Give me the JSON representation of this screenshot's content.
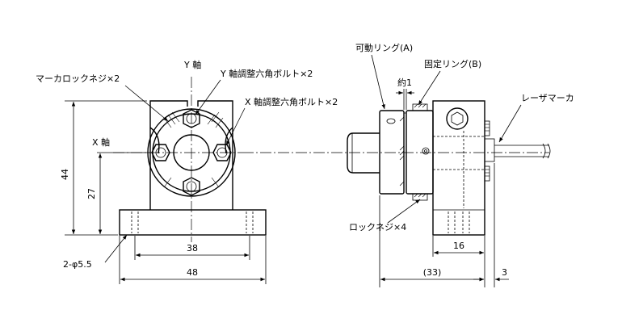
{
  "labels": {
    "y_axis": "Y 軸",
    "y_adjust_bolt": "Y 軸調整六角ボルト×2",
    "x_adjust_bolt": "X 軸調整六角ボルト×2",
    "marker_lock_screw": "マーカロックネジ×2",
    "x_axis": "X 軸",
    "hole_spec": "2-φ5.5",
    "movable_ring": "可動リング(A)",
    "fixed_ring": "固定リング(B)",
    "approx_gap": "約1",
    "laser_marker": "レーザマーカ",
    "lock_screw": "ロックネジ×4"
  },
  "dimensions": {
    "height_total": "44",
    "center_height": "27",
    "hole_pitch": "38",
    "base_width": "48",
    "side_width": "16",
    "overall_length": "(33)",
    "flange": "3"
  }
}
